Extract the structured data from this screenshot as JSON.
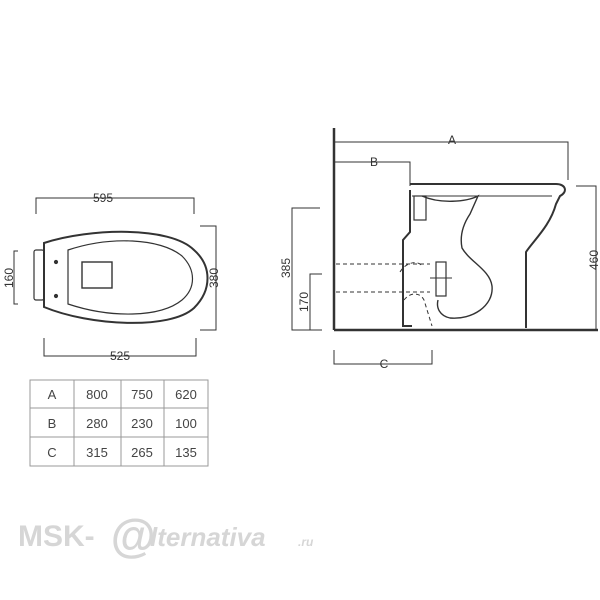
{
  "top_view": {
    "overall_length": "595",
    "base_length": "525",
    "rear_width": "160",
    "bowl_width": "380"
  },
  "side_view": {
    "dim_a": "A",
    "dim_b": "B",
    "dim_c": "C",
    "rim_height": "460",
    "outlet_top_height": "385",
    "outlet_center_height": "170"
  },
  "dimension_table": {
    "rows": [
      {
        "label": "A",
        "values": [
          "800",
          "750",
          "620"
        ]
      },
      {
        "label": "B",
        "values": [
          "280",
          "230",
          "100"
        ]
      },
      {
        "label": "C",
        "values": [
          "315",
          "265",
          "135"
        ]
      }
    ]
  },
  "watermark": {
    "brand_left": "MSK-",
    "at_glyph": "@",
    "brand_right": "lternativa",
    "suffix": ".ru"
  },
  "colors": {
    "line": "#333333",
    "table_border": "#999999",
    "watermark": "#d6d6d6"
  }
}
